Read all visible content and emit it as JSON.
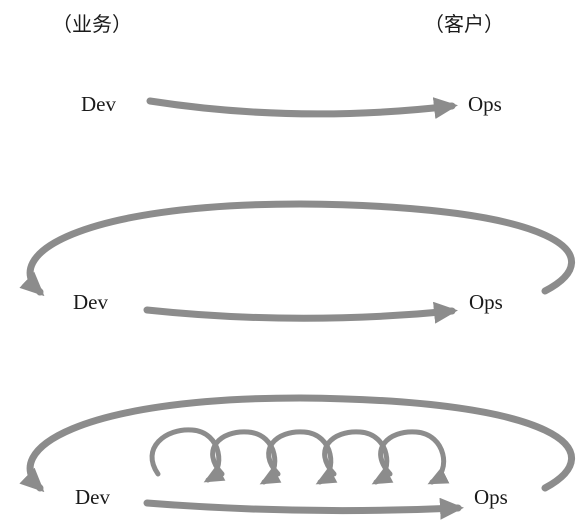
{
  "headers": {
    "left": "（业务）",
    "right": "（客户）"
  },
  "rows": [
    {
      "dev": "Dev",
      "ops": "Ops"
    },
    {
      "dev": "Dev",
      "ops": "Ops"
    },
    {
      "dev": "Dev",
      "ops": "Ops"
    }
  ],
  "colors": {
    "arrow": "#8c8c8c",
    "text": "#1a1a1a"
  }
}
